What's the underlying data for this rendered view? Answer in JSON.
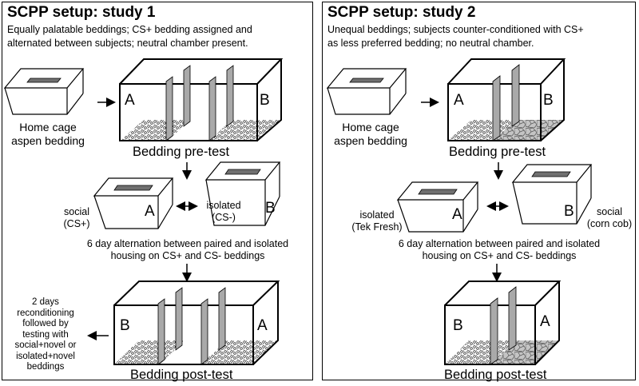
{
  "study1": {
    "title": "SCPP setup: study 1",
    "description": [
      "Equally palatable beddings; CS+ bedding assigned and",
      "alternated between subjects; neutral chamber present."
    ],
    "home_cage": [
      "Home cage",
      "aspen bedding"
    ],
    "pretest": {
      "label_a": "A",
      "label_b": "B",
      "caption": "Bedding pre-test"
    },
    "social_cage": {
      "letter": "A",
      "caption": [
        "social",
        "(CS+)"
      ]
    },
    "isolated_cage": {
      "letter": "B",
      "caption": [
        "isolated",
        "(CS-)"
      ]
    },
    "alternation": [
      "6 day alternation between paired and isolated",
      "housing on CS+ and CS- beddings"
    ],
    "posttest": {
      "label_left": "B",
      "label_right": "A",
      "caption": "Bedding post-test"
    },
    "recondition_note": [
      "2 days",
      "reconditioning",
      "followed by",
      "testing with",
      "social+novel or",
      "isolated+novel",
      "beddings"
    ]
  },
  "study2": {
    "title": "SCPP setup: study 2",
    "description": [
      "Unequal beddings; subjects counter-conditioned with CS+",
      "as less preferred bedding; no neutral chamber."
    ],
    "home_cage": [
      "Home cage",
      "aspen bedding"
    ],
    "pretest": {
      "label_a": "A",
      "label_b": "B",
      "caption": "Bedding pre-test"
    },
    "isolated_cage": {
      "letter": "A",
      "caption": [
        "isolated",
        "(Tek Fresh)"
      ]
    },
    "social_cage": {
      "letter": "B",
      "caption": [
        "social",
        "(corn cob)"
      ]
    },
    "alternation": [
      "6 day alternation between paired and isolated",
      "housing on CS+ and CS- beddings"
    ],
    "posttest": {
      "label_left": "B",
      "label_right": "A",
      "caption": "Bedding post-test"
    }
  },
  "colors": {
    "line": "#000000",
    "divider": "#a9a9a9",
    "bedding_floor": "#c8c8c8",
    "background": "#ffffff"
  }
}
